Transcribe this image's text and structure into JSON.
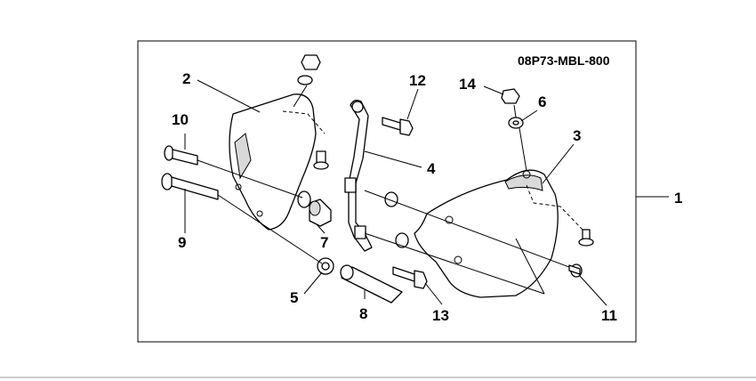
{
  "diagram": {
    "part_code": "08P73-MBL-800",
    "callouts": [
      "1",
      "2",
      "3",
      "4",
      "5",
      "6",
      "7",
      "8",
      "9",
      "10",
      "11",
      "12",
      "13",
      "14"
    ]
  }
}
